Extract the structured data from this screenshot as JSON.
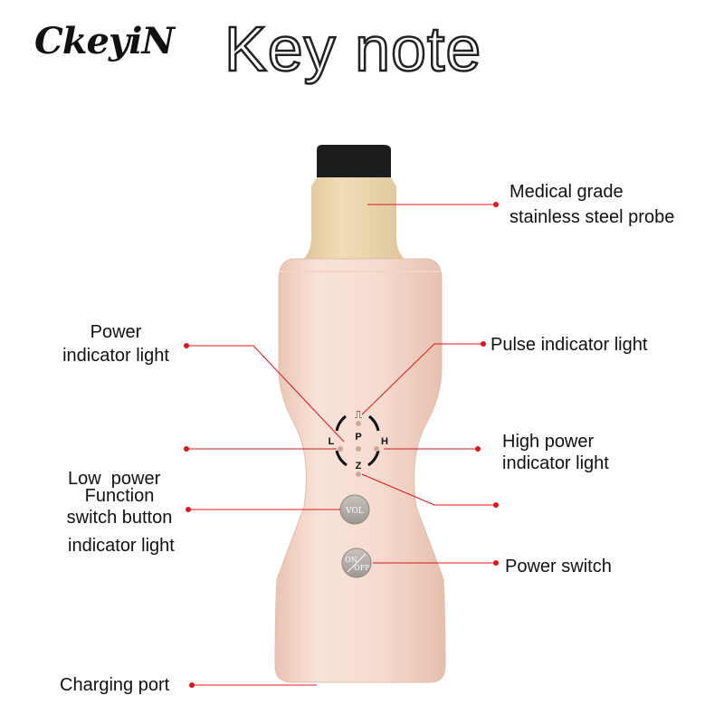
{
  "brand": "CkeyiN",
  "title": "Key note",
  "device": {
    "indicators": {
      "pulse": "⎍",
      "low": "L",
      "power": "P",
      "high": "H",
      "zone": "Z"
    },
    "vol_button": "VOL",
    "power_button": {
      "top": "ON",
      "bottom": "OFF"
    }
  },
  "labels": {
    "probe": [
      "Medical grade",
      "stainless steel probe"
    ],
    "power_indicator": [
      "Power",
      "indicator light"
    ],
    "pulse_indicator": "Pulse indicator light",
    "low_power": [
      "Low  power",
      "indicator light"
    ],
    "high_power": [
      "High power",
      "indicator light"
    ],
    "function_switch": [
      "Function",
      "switch button"
    ],
    "power_switch": "Power switch",
    "charging_port": "Charging port"
  },
  "colors": {
    "leader": "#e0141e",
    "body": "#f6dcd0",
    "probe": "#e6cfa3"
  }
}
